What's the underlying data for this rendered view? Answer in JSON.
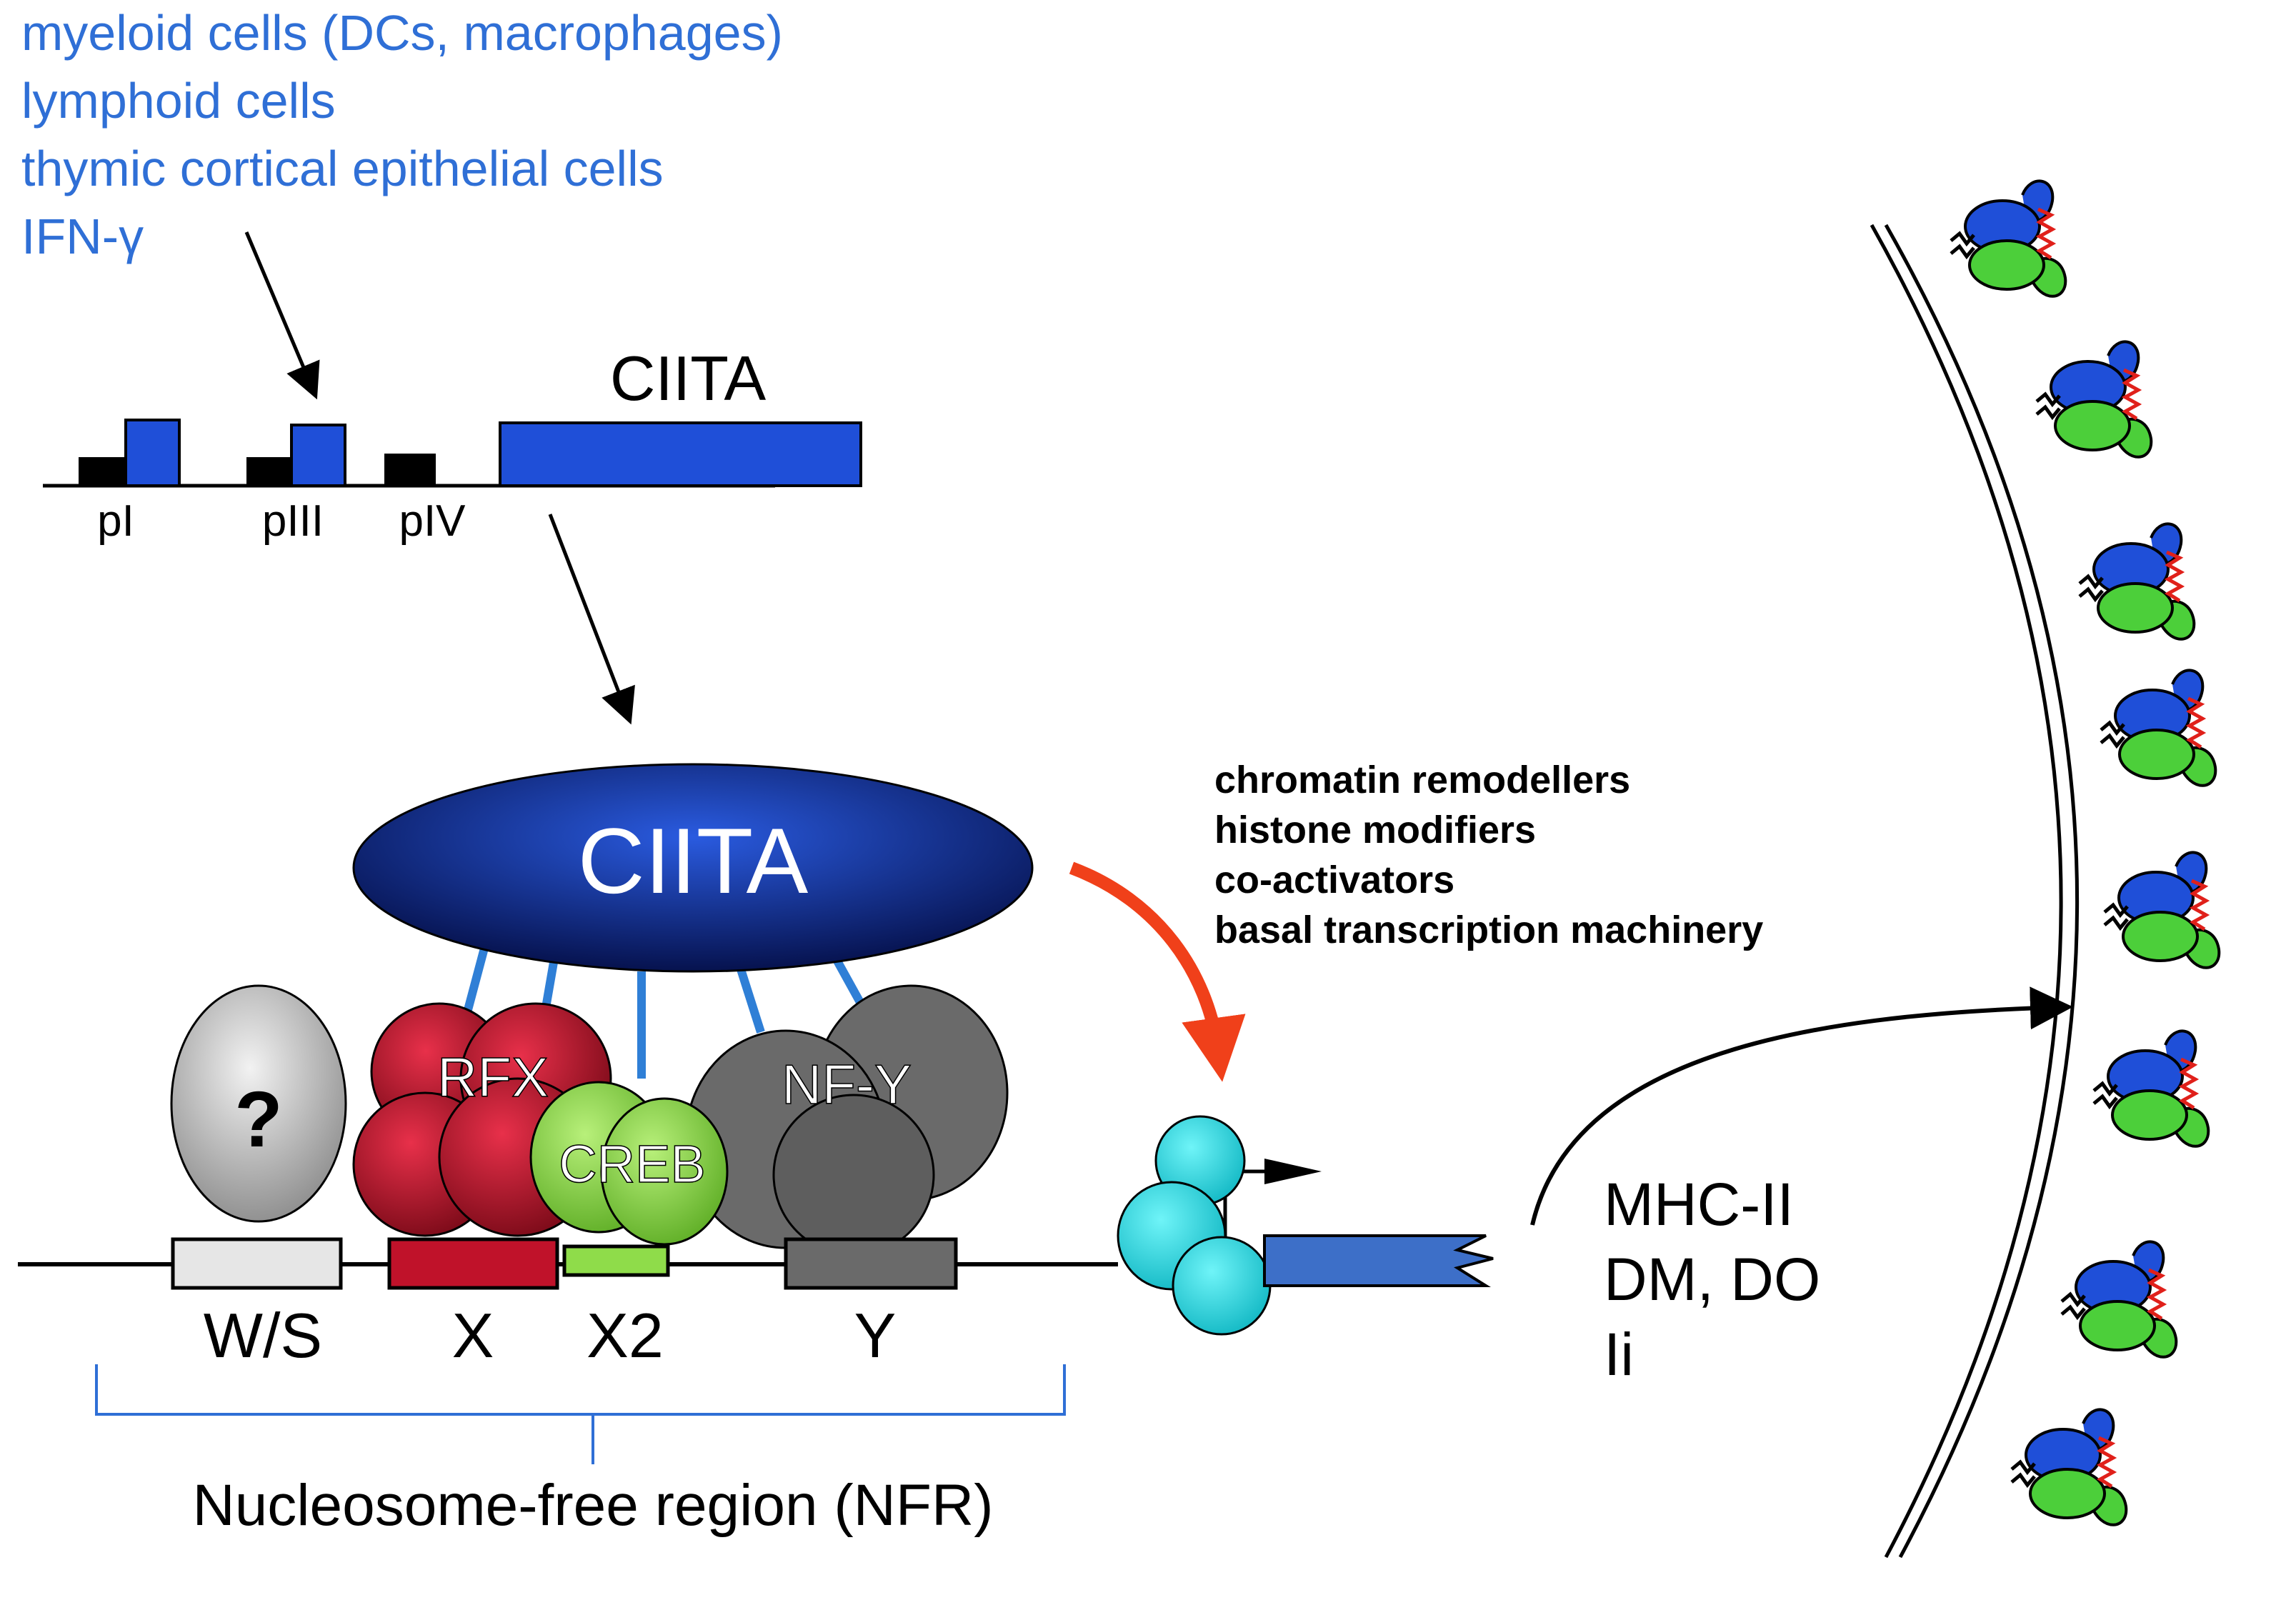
{
  "inducers": [
    "myeloid cells (DCs, macrophages)",
    "lymphoid cells",
    "thymic cortical epithelial cells",
    "IFN-γ"
  ],
  "gene": {
    "title": "CIITA",
    "promoters": [
      "pI",
      "pIII",
      "pIV"
    ]
  },
  "complex": {
    "ciita_label": "CIITA",
    "unknown_factor": "?",
    "rfx": "RFX",
    "creb": "CREB",
    "nfy": "NF-Y"
  },
  "cofactors": [
    "chromatin remodellers",
    "histone modifiers",
    "co-activators",
    "basal transcription machinery"
  ],
  "dna_boxes": [
    "W/S",
    "X",
    "X2",
    "Y"
  ],
  "nfr_label": "Nucleosome-free region (NFR)",
  "targets": [
    "MHC-II",
    "DM, DO",
    "Ii"
  ],
  "colors": {
    "blue": "#1f4fd8",
    "dark_navy": "#0a1a6b",
    "rfx_red": "#c0122a",
    "creb_green": "#8fdc4a",
    "nfy_gray": "#6a6a6a",
    "cyan": "#1fd6e0",
    "arrow_orange": "#f0401a",
    "mhc_green": "#4ccf3a",
    "wave_red": "#e0201a"
  }
}
